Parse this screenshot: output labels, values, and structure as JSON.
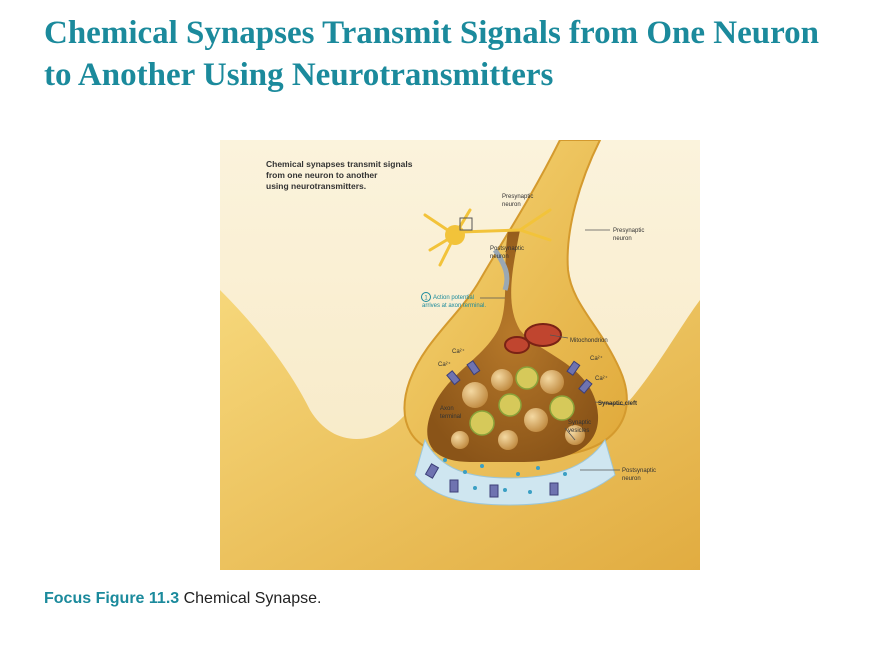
{
  "slide": {
    "title": "Chemical Synapses Transmit Signals from One Neuron to Another Using Neurotransmitters"
  },
  "figure": {
    "heading_lines": [
      "Chemical synapses transmit signals",
      "from one neuron to another",
      "using neurotransmitters."
    ],
    "inset_presynaptic": [
      "Presynaptic",
      "neuron"
    ],
    "inset_postsynaptic": [
      "Postsynaptic",
      "neuron"
    ],
    "presynaptic": [
      "Presynaptic",
      "neuron"
    ],
    "step_number": "1",
    "step_text": [
      "Action potential",
      "arrives at axon terminal."
    ],
    "mitochondrion": "Mitochondrion",
    "ca_label": "Ca²⁺",
    "synaptic_cleft": "Synaptic cleft",
    "axon_terminal": [
      "Axon",
      "terminal"
    ],
    "synaptic_vesicles": [
      "Synaptic",
      "vesicles"
    ],
    "postsynaptic": [
      "Postsynaptic",
      "neuron"
    ],
    "colors": {
      "neuron": "#f0c14a",
      "terminal_inner": "#c98a2c",
      "cleft": "#cfe6f0",
      "vesicle": "#d9a65a",
      "channel": "#6f73b0",
      "accent": "#1b8a9c"
    }
  },
  "caption": {
    "label": "Focus Figure 11.3",
    "text": " Chemical Synapse."
  }
}
